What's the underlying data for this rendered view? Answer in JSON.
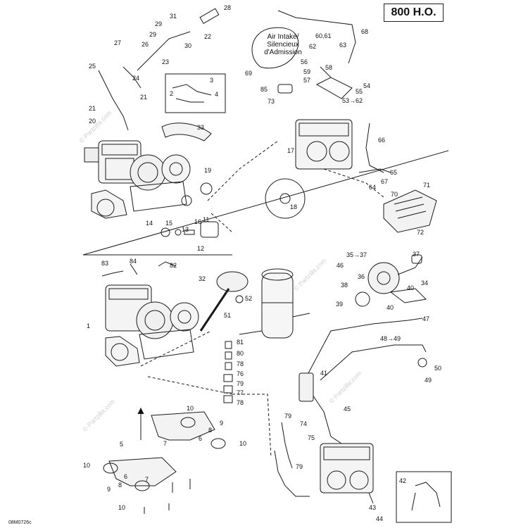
{
  "header": {
    "title": "800 H.O."
  },
  "intake_label": {
    "line1": "Air Intake/",
    "line2": "Silencieux",
    "line3": "d'Admission"
  },
  "footer": {
    "code": "08M0726c"
  },
  "watermark": "© Partzilla.com",
  "parts": {
    "p1": "1",
    "p2": "2",
    "p3": "3",
    "p4": "4",
    "p5": "5",
    "p6a": "6",
    "p6b": "6",
    "p7a": "7",
    "p7b": "7",
    "p8a": "8",
    "p8b": "8",
    "p9a": "9",
    "p9b": "9",
    "p10a": "10",
    "p10b": "10",
    "p10c": "10",
    "p10d": "10",
    "p11": "11",
    "p12": "12",
    "p13": "13",
    "p14": "14",
    "p15": "15",
    "p16": "16",
    "p17": "17",
    "p18": "18",
    "p19": "19",
    "p20": "20",
    "p21a": "21",
    "p21b": "21",
    "p22": "22",
    "p23": "23",
    "p24": "24",
    "p25": "25",
    "p26": "26",
    "p27": "27",
    "p28": "28",
    "p29a": "29",
    "p29b": "29",
    "p30": "30",
    "p31": "31",
    "p32": "32",
    "p33": "33",
    "p34": "34",
    "p35": "35→37",
    "p36": "36",
    "p37": "37",
    "p38": "38",
    "p39": "39",
    "p40a": "40",
    "p40b": "40",
    "p41": "41",
    "p42": "42",
    "p43": "43",
    "p44": "44",
    "p45": "45",
    "p46": "46",
    "p47": "47",
    "p48": "48→49",
    "p49": "49",
    "p50": "50",
    "p51": "51",
    "p52": "52",
    "p53": "53→62",
    "p54": "54",
    "p55": "55",
    "p56": "56",
    "p57": "57",
    "p58": "58",
    "p59": "59",
    "p6061": "60,61",
    "p62": "62",
    "p63": "63",
    "p64": "64",
    "p65": "65",
    "p66": "66",
    "p67": "67",
    "p68": "68",
    "p69": "69",
    "p70": "70",
    "p71": "71",
    "p72": "72",
    "p73": "73",
    "p74": "74",
    "p75": "75",
    "p76": "76",
    "p77": "77",
    "p78a": "78",
    "p78b": "78",
    "p79a": "79",
    "p79b": "79",
    "p79c": "79",
    "p80": "80",
    "p81": "81",
    "p82": "82",
    "p83": "83",
    "p84": "84",
    "p85": "85"
  }
}
